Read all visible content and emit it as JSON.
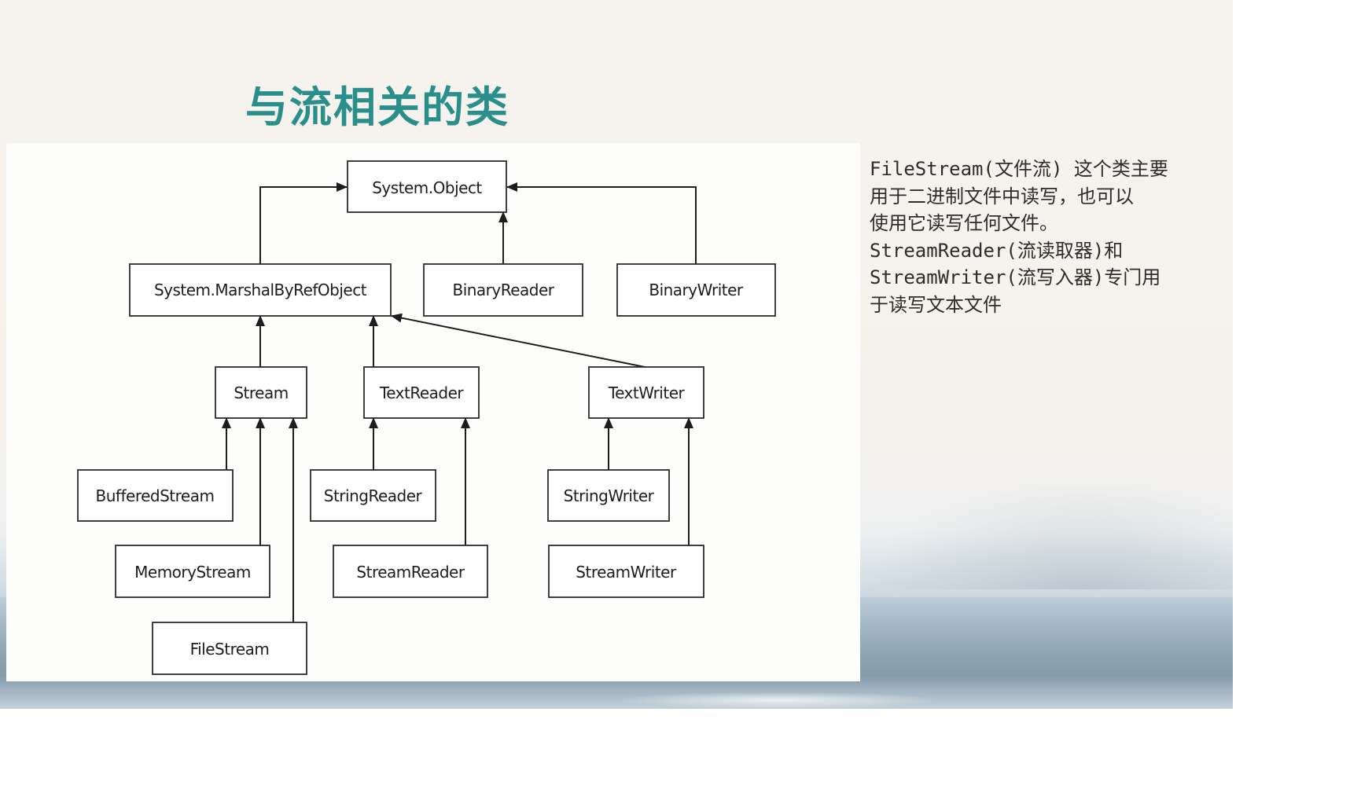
{
  "slide": {
    "title": "与流相关的类"
  },
  "diagram": {
    "nodes": {
      "object": "System.Object",
      "marshal": "System.MarshalByRefObject",
      "binaryreader": "BinaryReader",
      "binarywriter": "BinaryWriter",
      "stream": "Stream",
      "textreader": "TextReader",
      "textwriter": "TextWriter",
      "bufferedstream": "BufferedStream",
      "memorystream": "MemoryStream",
      "filestream": "FileStream",
      "stringreader": "StringReader",
      "streamreader": "StreamReader",
      "stringwriter": "StringWriter",
      "streamwriter": "StreamWriter"
    },
    "edges": [
      {
        "from": "marshal",
        "to": "object"
      },
      {
        "from": "binaryreader",
        "to": "object"
      },
      {
        "from": "binarywriter",
        "to": "object"
      },
      {
        "from": "stream",
        "to": "marshal"
      },
      {
        "from": "textreader",
        "to": "marshal"
      },
      {
        "from": "textwriter",
        "to": "marshal"
      },
      {
        "from": "bufferedstream",
        "to": "stream"
      },
      {
        "from": "memorystream",
        "to": "stream"
      },
      {
        "from": "filestream",
        "to": "stream"
      },
      {
        "from": "stringreader",
        "to": "textreader"
      },
      {
        "from": "streamreader",
        "to": "textreader"
      },
      {
        "from": "stringwriter",
        "to": "textwriter"
      },
      {
        "from": "streamwriter",
        "to": "textwriter"
      }
    ]
  },
  "description": {
    "lines": [
      "FileStream(文件流) 这个类主要",
      "用于二进制文件中读写，也可以",
      "使用它读写任何文件。",
      "StreamReader(流读取器)和",
      "StreamWriter(流写入器)专门用",
      "于读写文本文件"
    ]
  }
}
